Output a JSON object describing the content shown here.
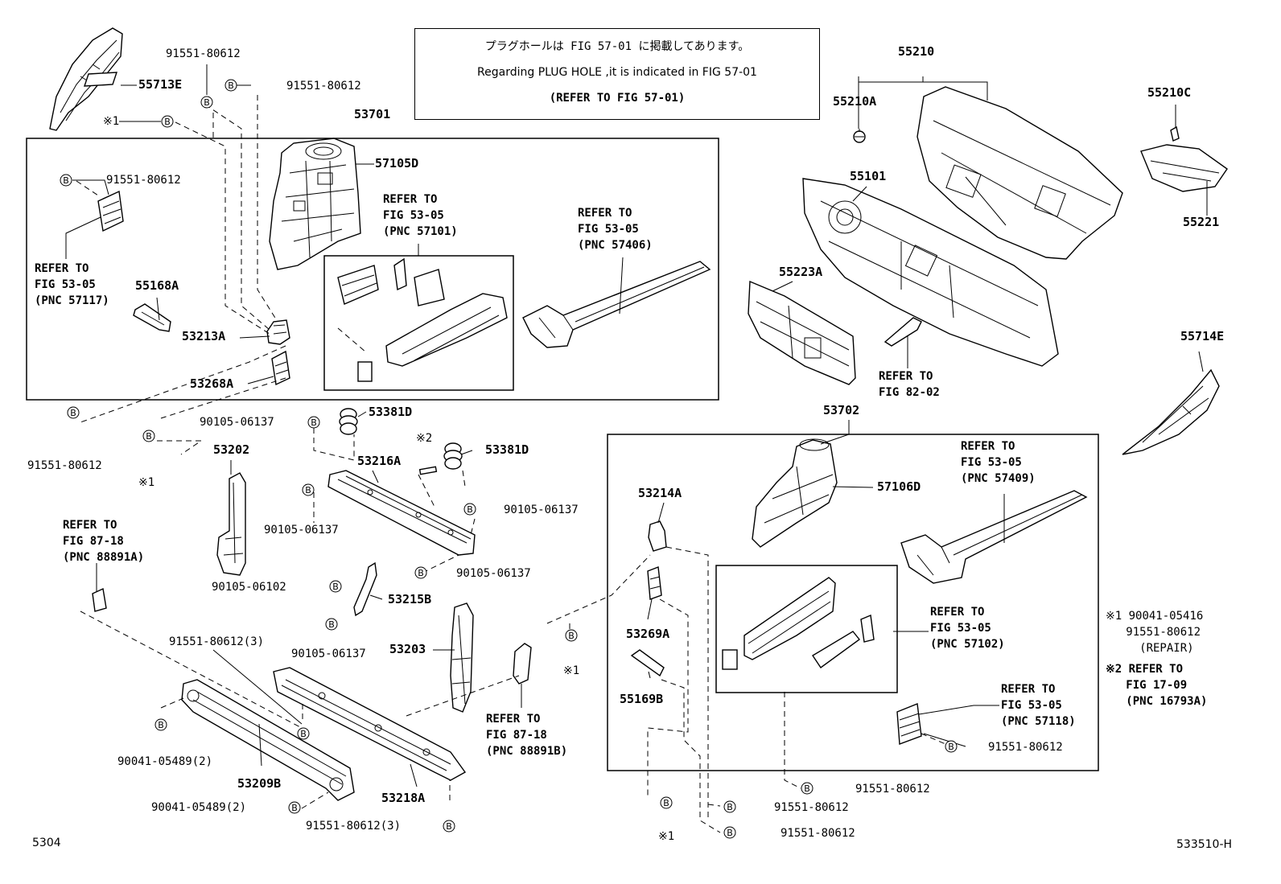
{
  "note": {
    "line1": "プラグホールは FIG 57-01 に掲載してあります。",
    "line2": "Regarding PLUG HOLE ,it is indicated in FIG 57-01",
    "line3": "(REFER TO FIG 57-01)"
  },
  "parts": {
    "p55713E": "55713E",
    "p53701": "53701",
    "p57105D": "57105D",
    "p55168A": "55168A",
    "p53213A": "53213A",
    "p53268A": "53268A",
    "p55210": "55210",
    "p55210A": "55210A",
    "p55210C": "55210C",
    "p55101": "55101",
    "p55221": "55221",
    "p55223A": "55223A",
    "p55714E": "55714E",
    "p53381D_a": "53381D",
    "p53381D_b": "53381D",
    "p53216A": "53216A",
    "p53202": "53202",
    "p53215B": "53215B",
    "p53203": "53203",
    "p53209B": "53209B",
    "p53218A": "53218A",
    "p53702": "53702",
    "p57106D": "57106D",
    "p53214A": "53214A",
    "p53269A": "53269A",
    "p55169B": "55169B"
  },
  "bolts": {
    "b1": "91551-80612",
    "b2": "91551-80612",
    "b3": "91551-80612",
    "b4": "91551-80612",
    "b5": "90105-06137",
    "b6": "90105-06137",
    "b7": "90105-06137",
    "b8": "90105-06137",
    "b9": "90105-06102",
    "b10": "90105-06137",
    "b11": "91551-80612(3)",
    "b12": "90041-05489(2)",
    "b13": "90041-05489(2)",
    "b14": "91551-80612(3)",
    "b15": "91551-80612",
    "b16": "91551-80612",
    "b17": "91551-80612",
    "b18": "91551-80612"
  },
  "refs": {
    "r57117": "REFER TO\nFIG 53-05\n(PNC 57117)",
    "r57101": "REFER TO\nFIG 53-05\n(PNC 57101)",
    "r57406": "REFER TO\nFIG 53-05\n(PNC 57406)",
    "r8202": "REFER TO\nFIG 82-02",
    "r88891A": "REFER TO\nFIG 87-18\n(PNC 88891A)",
    "r88891B": "REFER TO\nFIG 87-18\n(PNC 88891B)",
    "r57409": "REFER TO\nFIG 53-05\n(PNC 57409)",
    "r57102": "REFER TO\nFIG 53-05\n(PNC 57102)",
    "r57118": "REFER TO\nFIG 53-05\n(PNC 57118)"
  },
  "marks": {
    "m1a": "※1",
    "m1b": "※1",
    "m1c": "※1",
    "m1d": "※1",
    "m2a": "※2"
  },
  "footnotes": {
    "f1": "※1 90041-05416\n   91551-80612\n     (REPAIR)",
    "f2": "※2 REFER TO\n   FIG 17-09\n   (PNC 16793A)"
  },
  "corner": {
    "left": "5304",
    "right": "533510-H"
  },
  "bolt_symbol": "B"
}
